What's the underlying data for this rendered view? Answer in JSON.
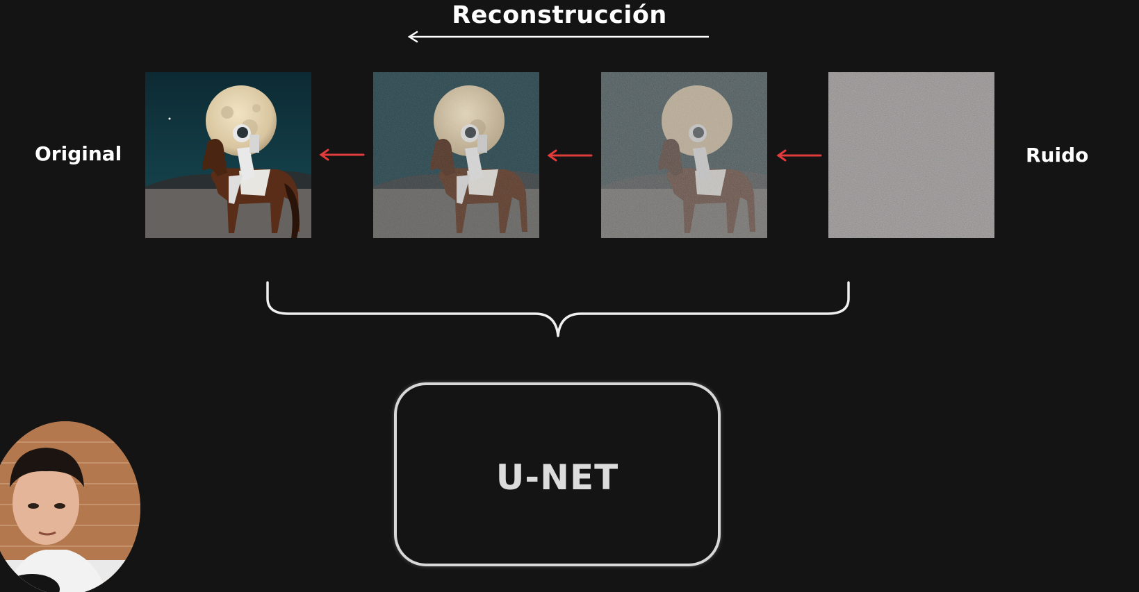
{
  "diagram": {
    "title": "Reconstrucción",
    "left_label": "Original",
    "right_label": "Ruido",
    "model_label": "U-NET",
    "arrow_color": "#e23b3b",
    "frames": [
      {
        "icon": "astronaut-riding-horse-clean-image",
        "noise_level": 0.0
      },
      {
        "icon": "astronaut-riding-horse-slightly-noisy-image",
        "noise_level": 0.35
      },
      {
        "icon": "astronaut-riding-horse-noisy-image",
        "noise_level": 0.6
      },
      {
        "icon": "pure-noise-image",
        "noise_level": 1.0
      }
    ]
  },
  "presenter": {
    "icon": "presenter-webcam-avatar"
  }
}
